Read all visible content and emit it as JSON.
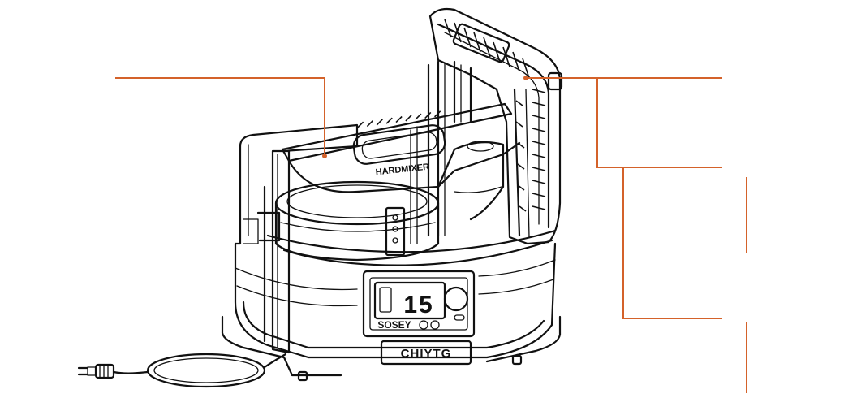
{
  "product": {
    "crossbar_text": "HARDMIXER",
    "display_readout": "15",
    "panel_brand": "SOSEY",
    "base_logo": "CHIYTG"
  },
  "colors": {
    "leader": "#d4622a",
    "ink": "#111111",
    "background": "#ffffff"
  },
  "callouts": [
    {
      "id": "frame",
      "text": ""
    },
    {
      "id": "handle",
      "text": ""
    },
    {
      "id": "callout-a",
      "text": ""
    },
    {
      "id": "callout-b",
      "text": ""
    }
  ]
}
